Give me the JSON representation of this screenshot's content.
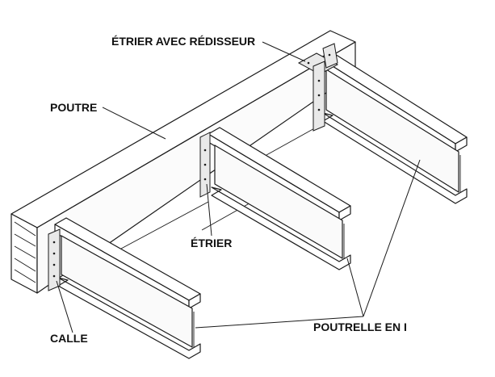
{
  "labels": {
    "stirrup_with_stiffener": "ÉTRIER AVEC RÉDISSEUR",
    "beam": "POUTRE",
    "stirrup": "ÉTRIER",
    "shim": "CALLE",
    "i_joist": "POUTRELLE EN I"
  }
}
